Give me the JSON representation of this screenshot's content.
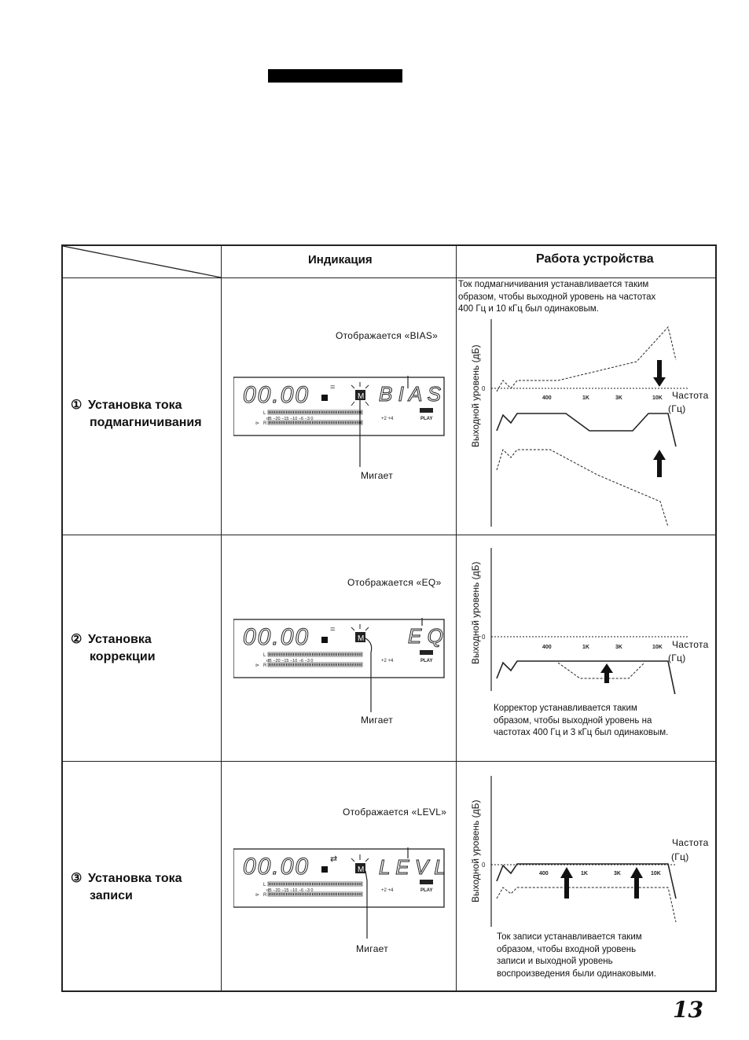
{
  "header": {
    "indication": "Индикация",
    "operation": "Работа устройства"
  },
  "rows": [
    {
      "number": "①",
      "title_line1": "Установка тока",
      "title_line2": "подмагничивания",
      "displayed": "Отображается «BIAS»",
      "blinks": "Мигает",
      "lcd_text": "B I A S",
      "description_lines": [
        "Ток подмагничивания устанавливается таким",
        "образом, чтобы выходной уровень на частотах",
        "400 Гц и 10 кГц был одинаковым."
      ]
    },
    {
      "number": "②",
      "title_line1": "Установка",
      "title_line2": "коррекции",
      "displayed": "Отображается «EQ»",
      "blinks": "Мигает",
      "lcd_text": "E Q",
      "description_lines": [
        "Корректор устанавливается таким",
        "образом, чтобы выходной уровень на",
        "частотах 400 Гц и 3 кГц был одинаковым."
      ]
    },
    {
      "number": "③",
      "title_line1": "Установка тока",
      "title_line2": "записи",
      "displayed": "Отображается «LEVL»",
      "blinks": "Мигает",
      "lcd_text": "L E V L",
      "description_lines": [
        "Ток записи устанавливается таким",
        "образом, чтобы входной уровень",
        "записи и выходной уровень",
        "воспроизведения были одинаковыми."
      ]
    }
  ],
  "graph": {
    "y_label": "Выходной уровень (дБ)",
    "x_label_line1": "Частота",
    "x_label_line2": "(Гц)",
    "zero": "0",
    "freq_ticks": [
      "400",
      "1K",
      "3K",
      "10K"
    ]
  },
  "lcd": {
    "counter": "00.00",
    "m_symbol": "M",
    "meter_l": "L",
    "meter_r": "R",
    "meter_scale": "dB −20  −15  −10  −6  −3  0",
    "meter_plus": "+2   +4",
    "play": "PLAY"
  },
  "page_number": "13"
}
